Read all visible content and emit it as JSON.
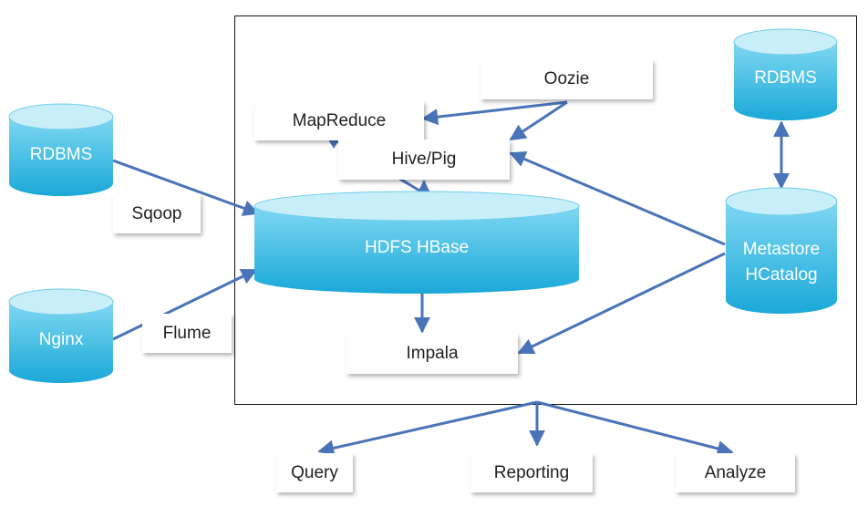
{
  "colors": {
    "cylinder_top": "#c8eefa",
    "cylinder_mid": "#4fc9ea",
    "cylinder_bottom": "#1aa8d8",
    "arrow": "#4a74b8",
    "frame": "#111111"
  },
  "nodes": {
    "rdbms_left": "RDBMS",
    "nginx": "Nginx",
    "sqoop": "Sqoop",
    "flume": "Flume",
    "mapreduce": "MapReduce",
    "oozie": "Oozie",
    "hivepig": "Hive/Pig",
    "hdfs_hbase": "HDFS HBase",
    "impala": "Impala",
    "rdbms_right": "RDBMS",
    "metastore_line1": "Metastore",
    "metastore_line2": "HCatalog",
    "query": "Query",
    "reporting": "Reporting",
    "analyze": "Analyze"
  }
}
